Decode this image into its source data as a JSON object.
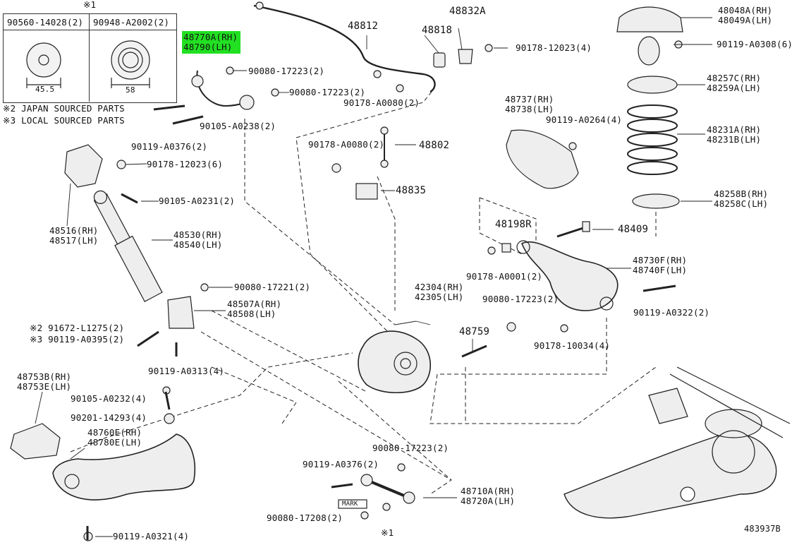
{
  "diagram_id": "483937B",
  "legend": {
    "marker_top": "※1",
    "col1_part": "90560-14028(2)",
    "col2_part": "90948-A2002(2)",
    "col1_dim": "45.5",
    "col2_dim": "58",
    "note2": "※2 JAPAN SOURCED PARTS",
    "note3": "※3 LOCAL SOURCED PARTS"
  },
  "labels": {
    "p48770": [
      "48770A(RH)",
      "48790(LH)"
    ],
    "p90080_17223_a": "90080-17223(2)",
    "p90080_17223_b": "90080-17223(2)",
    "p90105_A0238": "90105-A0238(2)",
    "p90119_A0376_a": "90119-A0376(2)",
    "p90178_12023_6": "90178-12023(6)",
    "p90105_A0231": "90105-A0231(2)",
    "p48516": [
      "48516(RH)",
      "48517(LH)"
    ],
    "p48530": [
      "48530(RH)",
      "48540(LH)"
    ],
    "p90080_17221": "90080-17221(2)",
    "p48507": [
      "48507A(RH)",
      "48508(LH)"
    ],
    "p91672": "※2 91672-L1275(2)",
    "p90119_A0395": "※3 90119-A0395(2)",
    "p90119_A0313": "90119-A0313(4)",
    "p48753": [
      "48753B(RH)",
      "48753E(LH)"
    ],
    "p90105_A0232": "90105-A0232(4)",
    "p90201_14293": "90201-14293(4)",
    "p48760": [
      "48760E(RH)",
      "48780E(LH)"
    ],
    "p90119_A0321": "90119-A0321(4)",
    "p48812": "48812",
    "p48818": "48818",
    "p48832A": "48832A",
    "p90178_12023_4": "90178-12023(4)",
    "p90178_A0080_a": "90178-A0080(2)",
    "p90178_A0080_b": "90178-A0080(2)",
    "p48802": "48802",
    "p48835": "48835",
    "p48737": [
      "48737(RH)",
      "48738(LH)"
    ],
    "p90119_A0264": "90119-A0264(4)",
    "p48048": [
      "48048A(RH)",
      "48049A(LH)"
    ],
    "p90119_A0308": "90119-A0308(6)",
    "p48257": [
      "48257C(RH)",
      "48259A(LH)"
    ],
    "p48231": [
      "48231A(RH)",
      "48231B(LH)"
    ],
    "p48258": [
      "48258B(RH)",
      "48258C(LH)"
    ],
    "p48198R": "48198R",
    "p48409": "48409",
    "p48730": [
      "48730F(RH)",
      "48740F(LH)"
    ],
    "p90178_A0001": "90178-A0001(2)",
    "p90080_17223_c": "90080-17223(2)",
    "p90119_A0322": "90119-A0322(2)",
    "p90178_10034": "90178-10034(4)",
    "p42304": [
      "42304(RH)",
      "42305(LH)"
    ],
    "p48759": "48759",
    "p90080_17223_d": "90080-17223(2)",
    "p90119_A0376_b": "90119-A0376(2)",
    "p48710": [
      "48710A(RH)",
      "48720A(LH)"
    ],
    "p90080_17208": "90080-17208(2)",
    "mark": "MARK",
    "mark_note": "※1"
  },
  "colors": {
    "highlight": "#22e022",
    "line": "#222222",
    "part_fill": "#eeeeee"
  }
}
